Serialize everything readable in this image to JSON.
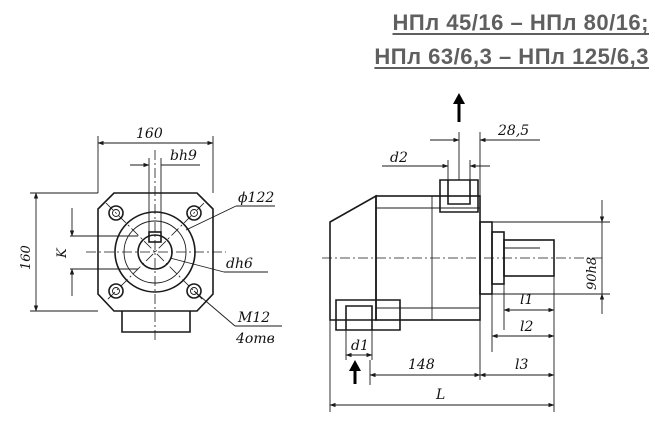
{
  "title_lines": [
    "НПл 45/16 – НПл 80/16;",
    "НПл 63/6,3 – НПл 125/6,3"
  ],
  "front_view": {
    "dim_width": "160",
    "dim_height": "160",
    "key_width": "bh9",
    "flange_dia": "ϕ122",
    "shaft_dia": "dh6",
    "bolt_line1": "M12",
    "bolt_line2": "4отв",
    "key_depth": "K"
  },
  "side_view": {
    "port_top": "d2",
    "port_bottom": "d1",
    "dim_28_5": "28,5",
    "pilot_dia": "90h8",
    "dim_l1": "l1",
    "dim_l2": "l2",
    "dim_l3": "l3",
    "dim_148": "148",
    "dim_L": "L"
  }
}
